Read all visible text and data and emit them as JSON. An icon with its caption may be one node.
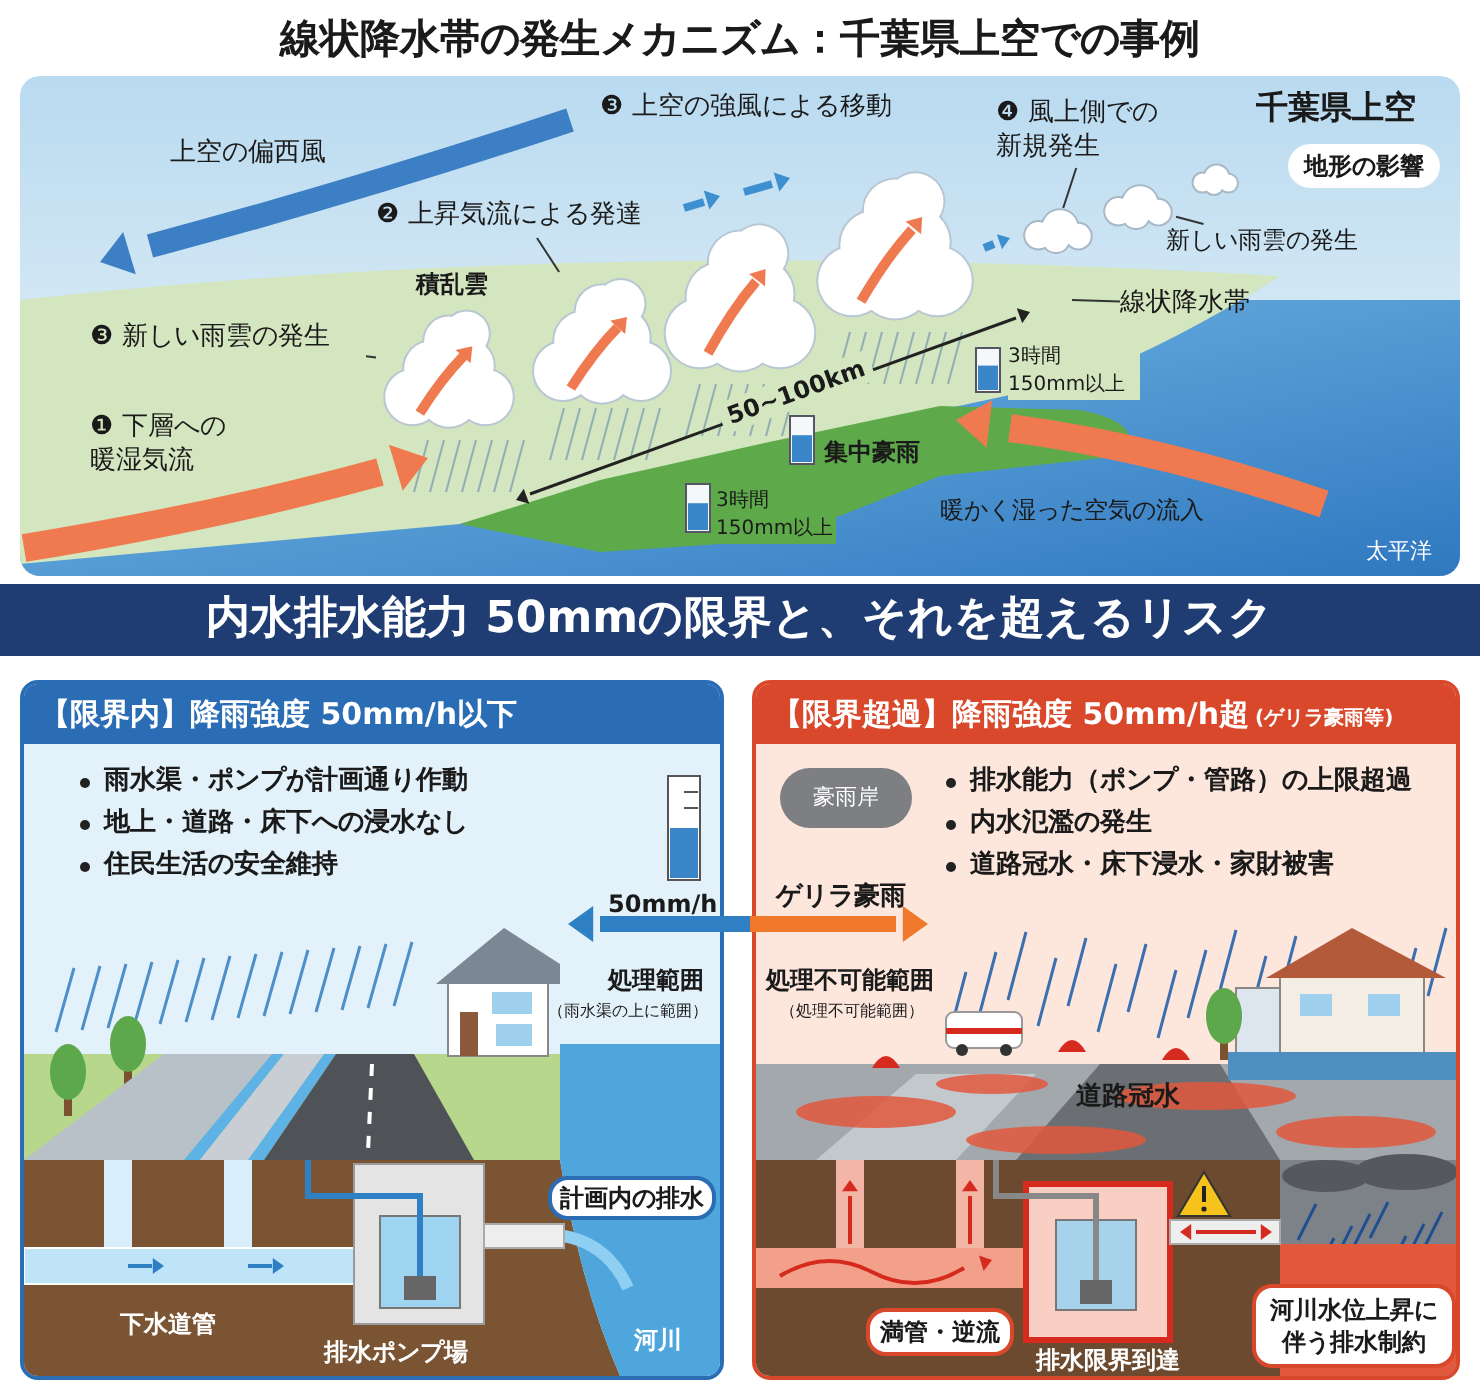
{
  "diagram": {
    "title": "線状降水帯の発生メカニズム：千葉県上空での事例",
    "nodes": [
      {
        "text": [
          "❹ 風上側での新規発生"
        ]
      },
      {
        "text": [
          "地形の影響"
        ]
      },
      {
        "text": [
          "❷ 上昇気流による発達"
        ]
      },
      {
        "text": [
          "新しい雨雲の発生"
        ]
      },
      {
        "text": [
          "線状降水帯"
        ]
      },
      {
        "text": [
          "❸ 新しい雨雲の発生"
        ]
      },
      {
        "text": [],
        "shape": "cloud"
      },
      {
        "text": [],
        "shape": "cloud"
      },
      {
        "text": [],
        "shape": "cloud"
      },
      {
        "text": [],
        "shape": "cloud"
      },
      {
        "text": [],
        "shape": "cloud"
      },
      {
        "text": [],
        "shape": "cloud"
      },
      {
        "text": [],
        "shape": "cloud"
      },
      {
        "text": [
          "【限界内】降雨強度 50mm/h以下"
        ]
      },
      {
        "text": [
          "計画内の排水"
        ],
        "in": 13
      },
      {
        "text": [
          "【限界超過】降雨強度 50mm/h超",
          "(ゲリラ豪雨等)"
        ]
      },
      {
        "text": [
          "豪雨岸"
        ],
        "in": 15
      },
      {
        "text": [
          "満管・逆流"
        ],
        "in": 15
      },
      {
        "text": [
          "河川水位上昇に伴う排水制約"
        ],
        "in": 15
      }
    ],
    "edges": [
      {
        "from": 0,
        "to": 10,
        "arrow": "none"
      },
      {
        "from": 2,
        "to": 7,
        "arrow": "none"
      },
      {
        "from": 3,
        "to": 11,
        "arrow": "none"
      },
      {
        "from": 4,
        "to": null,
        "arrow": "none"
      },
      {
        "from": 5,
        "to": 6,
        "arrow": "none"
      }
    ],
    "labels": [
      "❸ 上空の強風による移動",
      "千葉県上空",
      "上空の偏西風",
      "積乱雲",
      "3時間 150mm以上",
      "50~100km",
      "❶ 下層への暖湿気流",
      "集中豪雨",
      "3時間 150mm以上",
      "暖かく湿った空気の流入",
      "太平洋",
      "内水排水能力 50mmの限界と、それを超えるリスク",
      "雨水渠・ポンプが計画通り作動",
      "地上・道路・床下への浸水なし",
      "住民生活の安全維持",
      "50mm/h",
      "処理範囲",
      "（雨水渠の上に範囲）",
      "下水道管",
      "排水ポンプ場",
      "河川",
      "ゲリラ豪雨",
      "排水能力（ポンプ・管路）の上限超過",
      "内水氾濫の発生",
      "道路冠水・床下浸水・家財被害",
      "処理不可能範囲",
      "（処理不可能範囲）",
      "道路冠水",
      "排水限界到達"
    ]
  }
}
